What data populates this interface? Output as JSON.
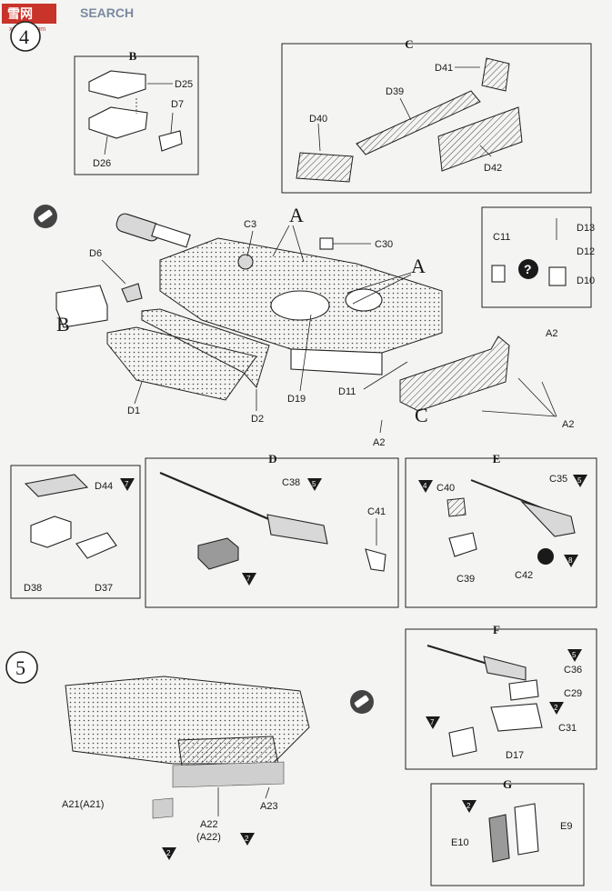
{
  "watermark": {
    "site": "SEARCH",
    "logo": "雪网",
    "url": "xuefeng.com"
  },
  "steps": {
    "four": "4",
    "five": "5"
  },
  "panels": {
    "B": {
      "letter": "B",
      "parts": {
        "d25": "D25",
        "d7": "D7",
        "d26": "D26"
      }
    },
    "C": {
      "letter": "C",
      "parts": {
        "d41": "D41",
        "d39": "D39",
        "d40": "D40",
        "d42": "D42"
      }
    },
    "D": {
      "letter": "D",
      "parts": {
        "c38": "C38",
        "c38_badge": "5",
        "c41": "C41",
        "badge_7": "7"
      }
    },
    "E": {
      "letter": "E",
      "parts": {
        "c40": "C40",
        "c40_badge": "4",
        "c35": "C35",
        "c35_badge": "5",
        "c39": "C39",
        "c42": "C42",
        "badge_8": "8"
      }
    },
    "F": {
      "letter": "F",
      "parts": {
        "c36": "C36",
        "c36_badge": "5",
        "c29": "C29",
        "c31": "C31",
        "badge_2": "2",
        "d17": "D17",
        "d17_badge": "7"
      }
    },
    "G": {
      "letter": "G",
      "parts": {
        "e9": "E9",
        "e10": "E10",
        "badge_2": "2"
      }
    },
    "left_small": {
      "parts": {
        "d44": "D44",
        "d44_badge": "7",
        "d38": "D38",
        "d37": "D37"
      }
    },
    "right_small": {
      "parts": {
        "c11": "C11",
        "d13": "D13",
        "d12": "D12",
        "d10": "D10",
        "question": "?"
      }
    }
  },
  "main": {
    "labels": {
      "a_top": "A",
      "a_right": "A",
      "b_left": "B",
      "c_mid": "C",
      "c3": "C3",
      "c30": "C30",
      "d6": "D6",
      "d1": "D1",
      "d2": "D2",
      "d19": "D19",
      "d11": "D11",
      "a2_1": "A2",
      "a2_2": "A2",
      "a2_3": "A2"
    }
  },
  "step5": {
    "labels": {
      "a21": "A21(A21)",
      "a22": "A22",
      "a22b": "(A22)",
      "a23": "A23",
      "badge_2": "2"
    }
  }
}
